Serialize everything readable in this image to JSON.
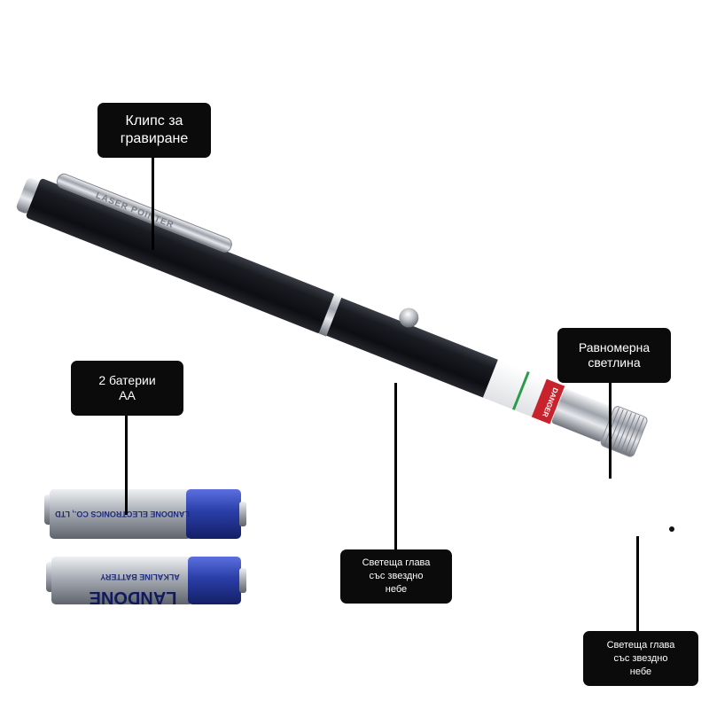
{
  "callouts": {
    "clip": "Клипс за\nгравиране",
    "light": "Равномерна\nсветлина",
    "batteries": "2 батерии\nAA",
    "head_center": "Светеща глава\nсъс звездно\nнебе",
    "head_right": "Светеща глава\nсъс звездно\nнебе"
  },
  "product_markings": {
    "clip_engraving": "LASER POINTER",
    "warning_label": "DANGER",
    "battery_brand": "LANDONE",
    "battery_type": "ALKALINE BATTERY",
    "battery_maker": "LANDONE ELECTRONICS CO., LTD"
  },
  "colors": {
    "pen_body": "#14161c",
    "metal": "#c9ccd2",
    "battery_blue": "#2a3ea8",
    "callout_bg": "#0b0b0b"
  }
}
